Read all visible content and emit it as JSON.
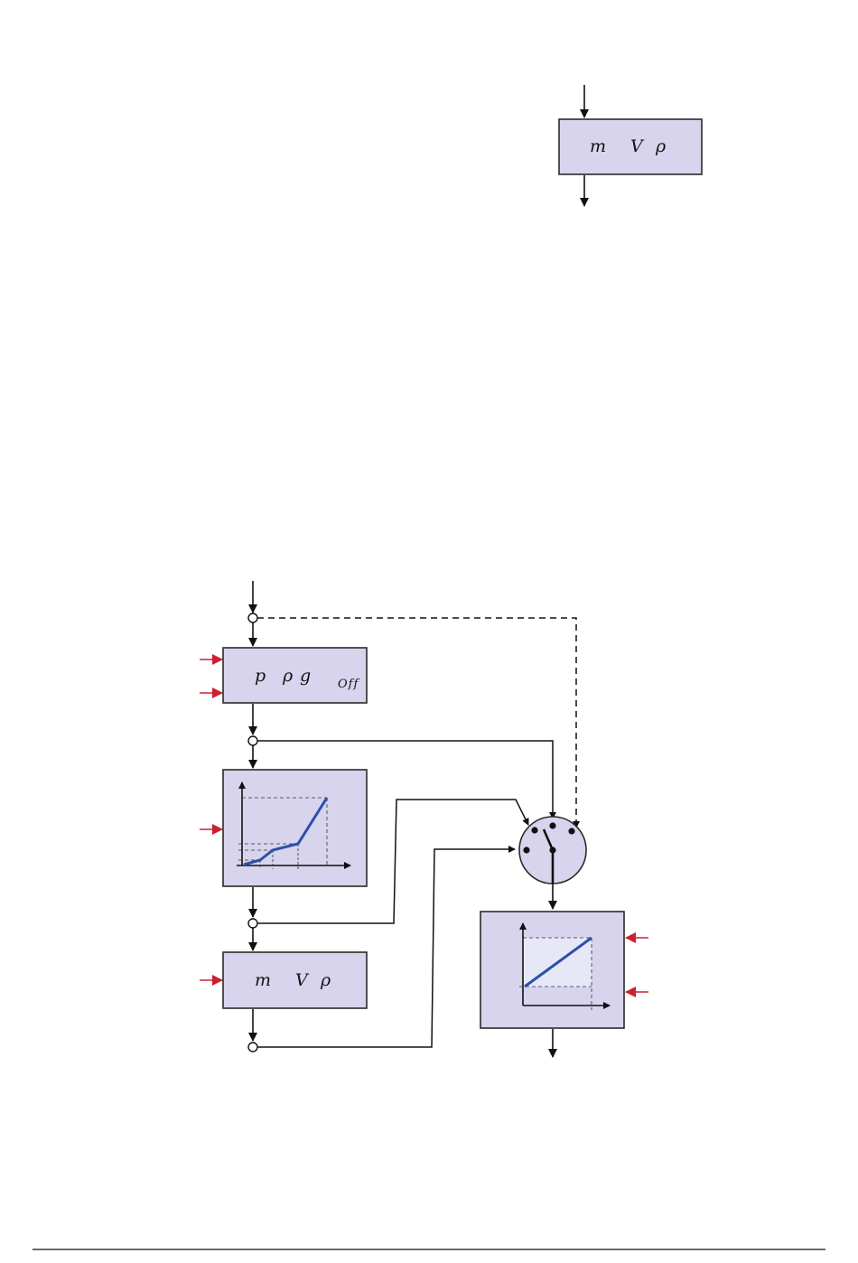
{
  "colors": {
    "block_fill": "#d8d4ee",
    "block_stroke": "#2a2a2a",
    "wire": "#111111",
    "signal_arrow": "#cc2030",
    "curve": "#2d4fa8",
    "chart_shade": "#e6e8f8"
  },
  "top_block": {
    "m": "m",
    "V": "V",
    "rho": "ρ"
  },
  "pressure_block": {
    "p": "p",
    "rho": "ρ",
    "g": "g",
    "off": "Off"
  },
  "volume_block": {
    "m": "m",
    "V": "V",
    "rho": "ρ"
  },
  "selector": {
    "icon": "switch-icon"
  },
  "lookup_block": {
    "icon": "piecewise-curve-icon"
  },
  "output_block": {
    "icon": "linear-ramp-icon"
  }
}
